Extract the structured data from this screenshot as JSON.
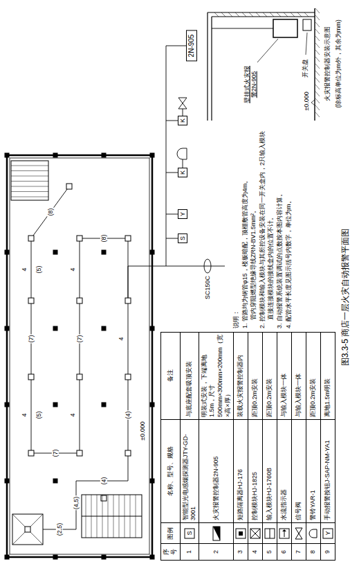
{
  "diagram": {
    "caption": "图3.3-5  商店一层火灾自动报警平面图",
    "nodes": [
      {
        "text": [
          "2N-905"
        ]
      },
      {
        "text": [
          "S"
        ]
      },
      {
        "text": [
          "Y"
        ]
      },
      {
        "text": [
          "K"
        ]
      },
      {
        "text": [
          "K"
        ]
      }
    ],
    "labels": [
      "(8)",
      "4",
      "(5)",
      "(7)",
      "4",
      "(5)",
      "(7)",
      "4",
      "(7)",
      "4",
      "(8)",
      "4",
      "(4)",
      "(4)",
      "(4,5)",
      "(2,5)",
      "±0.000",
      "序号",
      "图例",
      "名称、型号、规格",
      "备注",
      "1",
      "智能型光电感烟探测器JTY-GD-3001",
      "与底座配套吸顶安装",
      "2",
      "火灾报警控制器2N-905",
      "明装式安装，下端离地1.5m，尺寸500mm×300mm×200mm（宽×高×厚）",
      "3",
      "短路隔离器HJ-176",
      "装载火灾报警控制器内",
      "4",
      "控制模块HJ-1825",
      "距顶0.2m安装",
      "5",
      "输入模块HJ-1760B",
      "距顶0.2m安装",
      "6",
      "水流指示器",
      "与输入模块一体",
      "7",
      "信号阀",
      "与输入模块一体",
      "8",
      "警铃YAR-1",
      "距顶0.2m安装",
      "9",
      "手动报警按钮J-SAP-NM-YA1",
      "离地1.5m明装",
      "S",
      "Y",
      "说明：",
      "1. 管路均为钢管φ15，楼板暗配，顶棚敷管高度为4m。",
      "管内穿阻燃型绝缘导线ZRN-BV1.5mm²。",
      "2. 控制模块和输入模块与其所控设备安装在同一开关盒内，2只输入模块",
      "直接连接模块的接线盒内的位置不计。",
      "3. 自动报警系统装置调试的点数按本图内容计算。",
      "4. 配管水平长度见图示括号内数字，单位为m。",
      "SC150C",
      "壁挂式火灾报警2N-905",
      "开关盘",
      "±0.000",
      "火灾报警控制器安装示意图",
      "(除标高单位为m外，其余为mm)"
    ]
  }
}
